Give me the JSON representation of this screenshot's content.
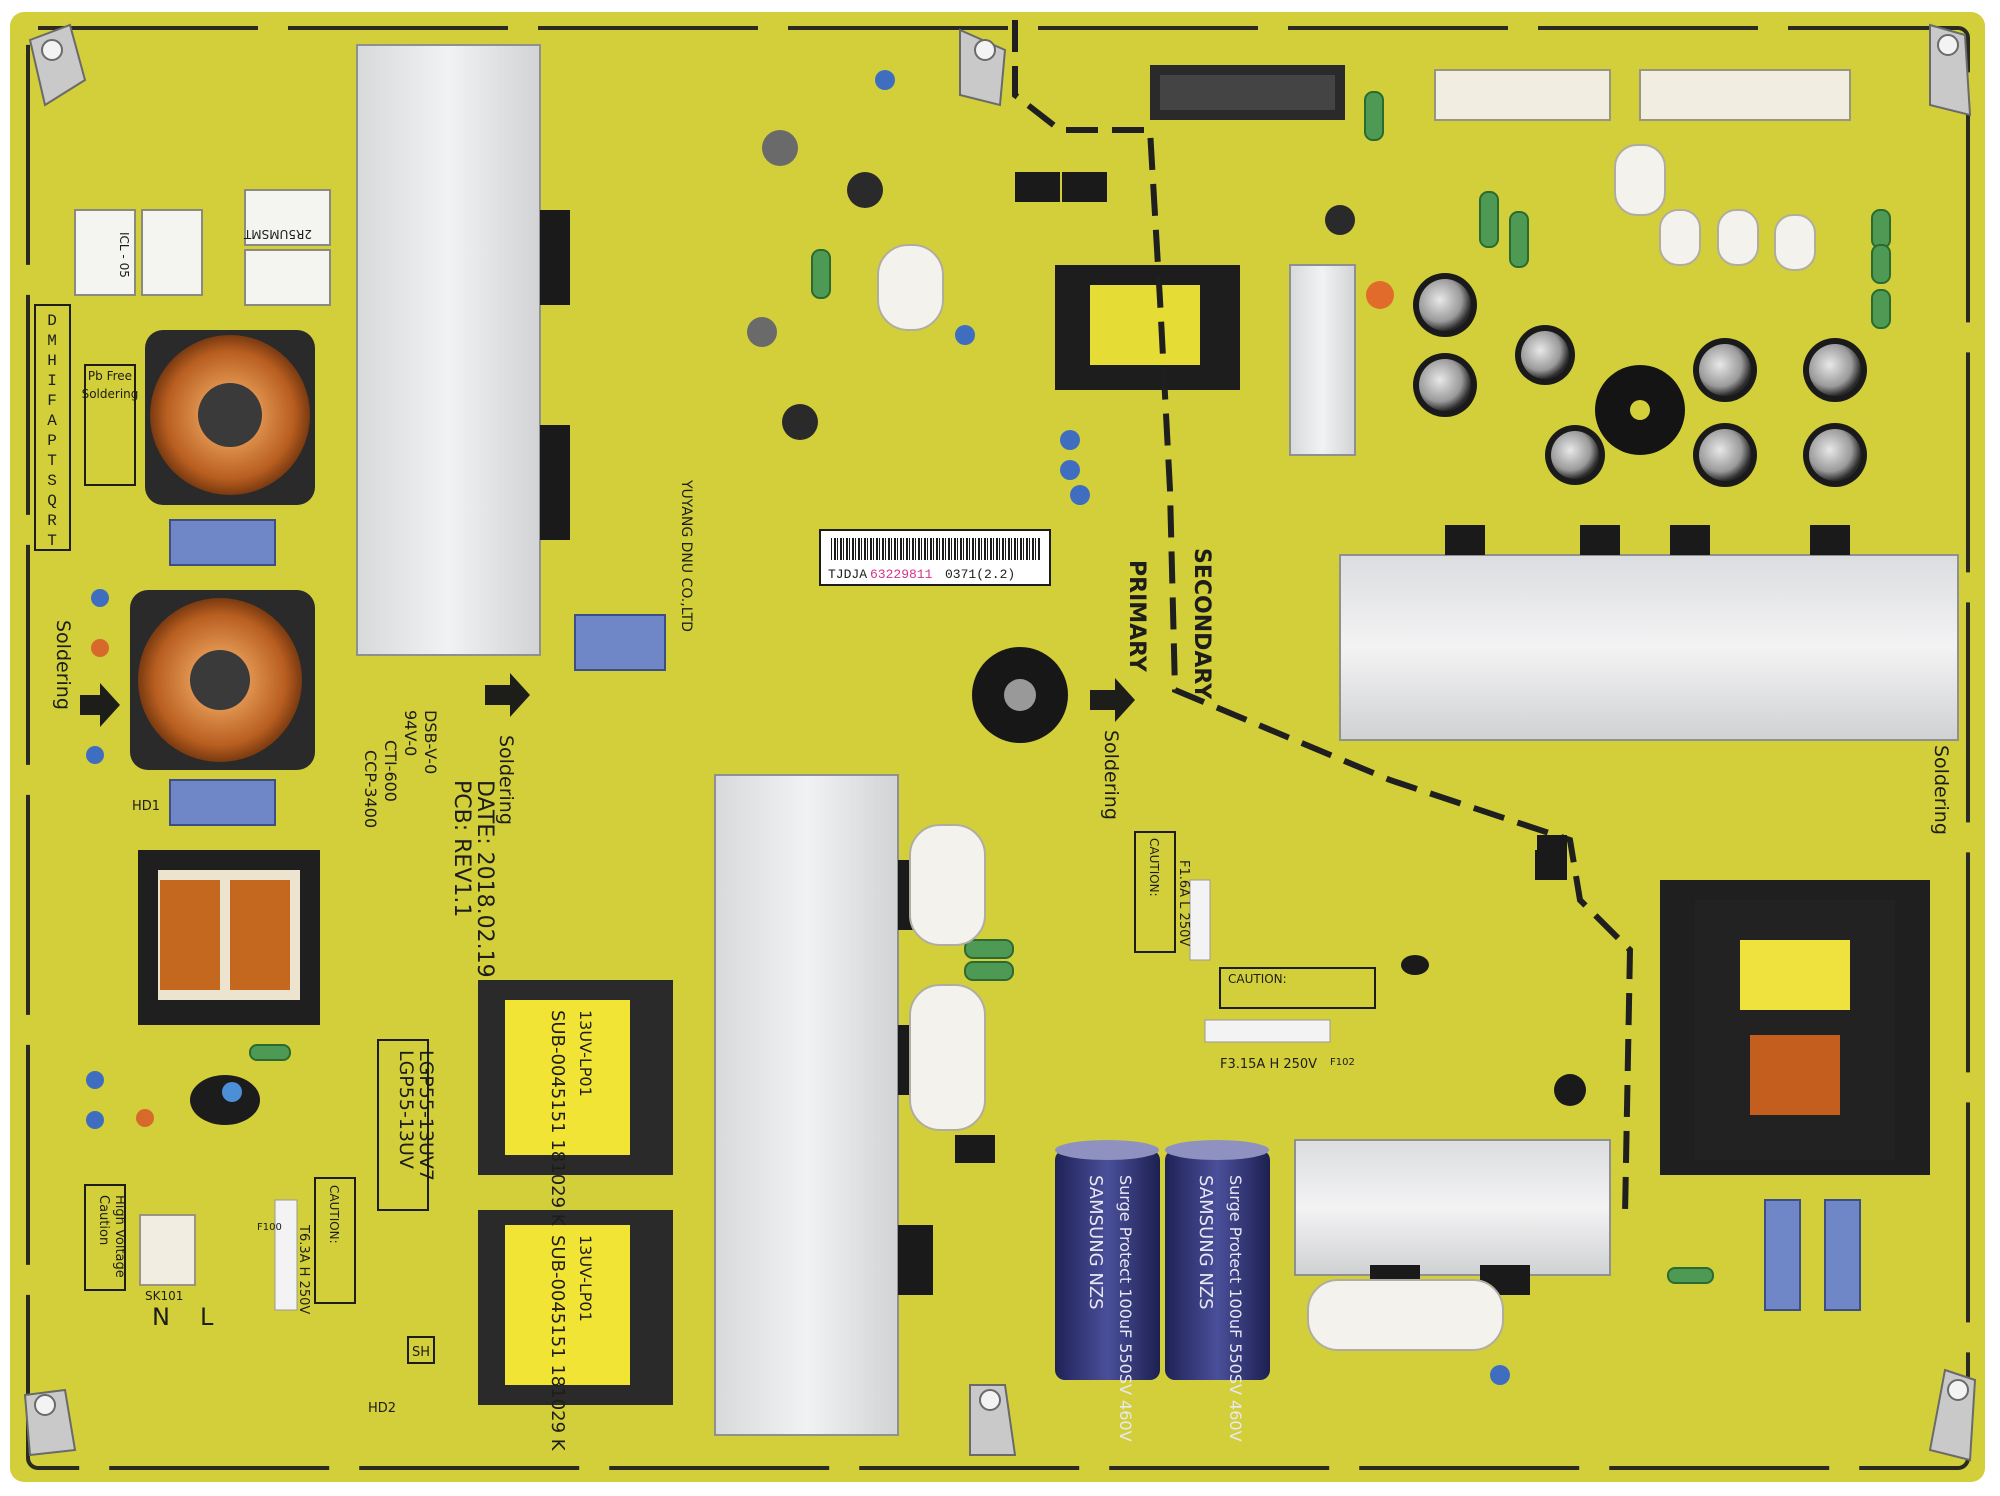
{
  "board": {
    "part_number": "LGP55-13UV",
    "part_number_alt": "LGP55-13UV7",
    "pcb_rev": "PCB: REV1.1",
    "date": "DATE: 2018.02.19",
    "manufacturer": "YUYANG DNU CO.,LTD",
    "barcode_text": "TJDJA",
    "barcode_serial": "63229811",
    "barcode_suffix": "0371(2.2)",
    "ccp": "CCP-3400",
    "cti": "CTI-600",
    "flammability": "94V-0",
    "dsbve": "DSB-V-0"
  },
  "labels": {
    "primary": "PRIMARY",
    "secondary": "SECONDARY",
    "soldering": "Soldering",
    "pb_free": "Pb Free",
    "pb_free_soldering": "Soldering",
    "caution": "Caution",
    "high_voltage": "High Voltage",
    "caution_caps": "CAUTION:",
    "fuse_main": "T6.3A H 250V",
    "fuse_secondary": "F3.15A H 250V",
    "fuse_mid": "F1.6A L 250V",
    "sh": "SH",
    "n": "N",
    "l": "L",
    "sk101": "SK101",
    "hd1": "HD1",
    "hd2": "HD2",
    "fuse_ref_main": "F100",
    "fuse_ref_sec": "F102"
  },
  "components": {
    "icl_label": "ICL - 05",
    "icl_sub": "2R5UMSMT",
    "capacitor_brand": "SAMSUNG NZS",
    "capacitor_rating": "Surge Protect 100uF 550SV 460V",
    "transformer_label": "SUB-0045151 181029 K",
    "transformer_sub": "13UV-LP01"
  },
  "pins": {
    "column_letters": [
      "D",
      "M",
      "H",
      "I",
      "F",
      "A",
      "P",
      "T",
      "S",
      "Q",
      "R",
      "T"
    ]
  },
  "colors": {
    "board": "#d3cf3a",
    "board_dark": "#b9b42b",
    "silk": "#1d1d1a",
    "heatsink": "#e6e7e8",
    "copper": "#c96a2a",
    "cap_blue": "#2f3370"
  }
}
